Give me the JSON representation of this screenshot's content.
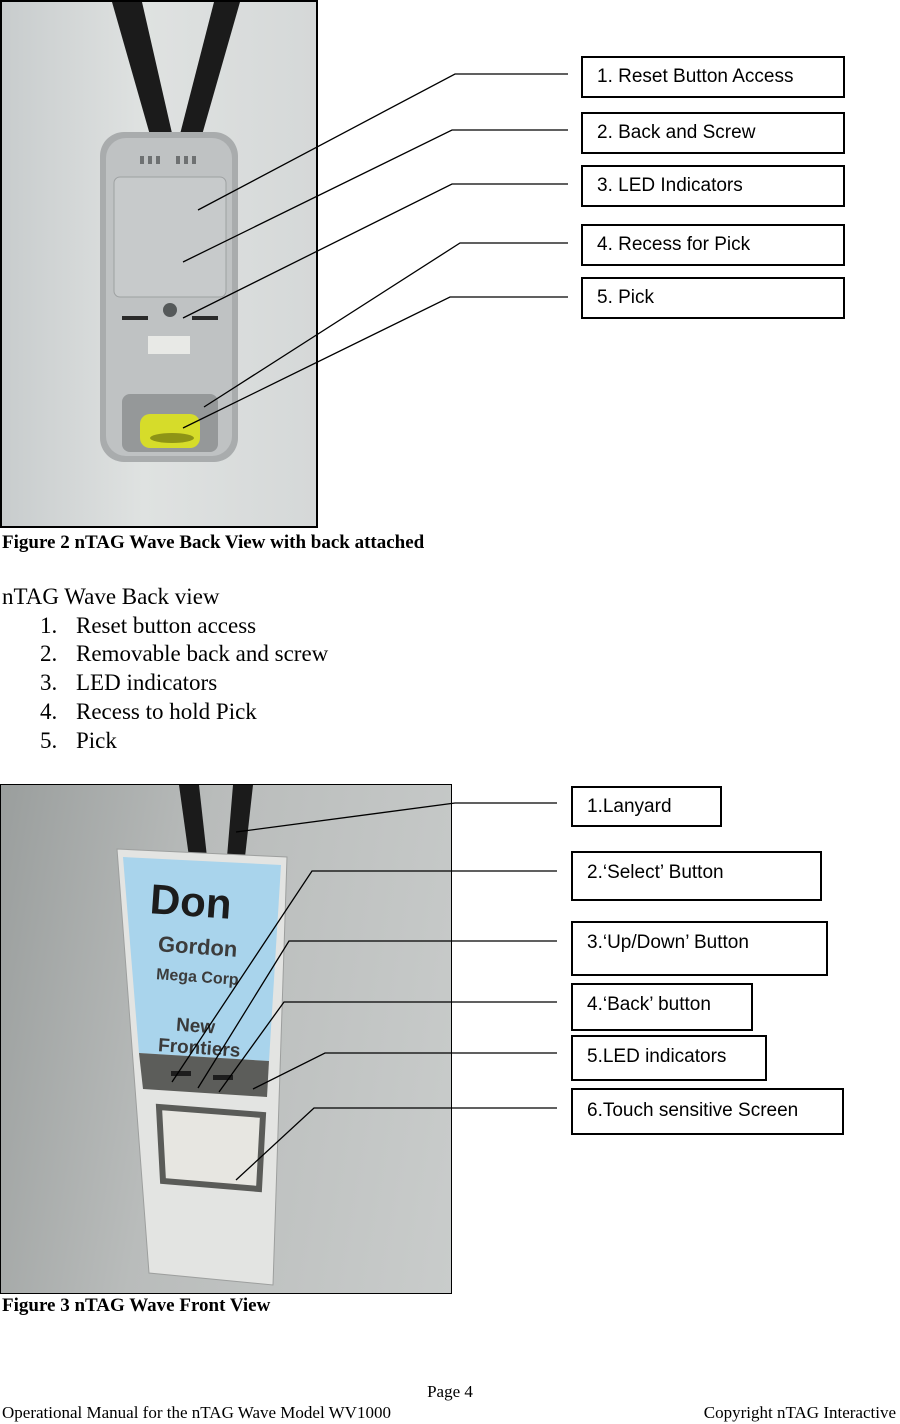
{
  "figure2": {
    "callouts": [
      "1. Reset Button Access",
      "2. Back and Screw",
      "3. LED Indicators",
      "4. Recess for Pick",
      "5. Pick"
    ],
    "caption": "Figure 2 nTAG Wave Back View with back attached"
  },
  "back_view": {
    "title": "nTAG Wave Back view",
    "items": [
      {
        "num": "1.",
        "text": "Reset button access"
      },
      {
        "num": "2.",
        "text": "Removable back and screw"
      },
      {
        "num": "3.",
        "text": "LED indicators"
      },
      {
        "num": "4.",
        "text": "Recess to hold Pick"
      },
      {
        "num": "5.",
        "text": "Pick"
      }
    ]
  },
  "figure3": {
    "callouts": [
      "1.Lanyard",
      "2.‘Select’ Button",
      "3.‘Up/Down’ Button",
      "4.‘Back’ button",
      "5.LED indicators",
      "6.Touch sensitive Screen"
    ],
    "badge_text": {
      "first": "Don",
      "last": "Gordon",
      "company": "Mega Corp",
      "group_line1": "New",
      "group_line2": "Frontiers"
    },
    "caption": "Figure 3 nTAG Wave Front View"
  },
  "footer": {
    "page": "Page 4",
    "left": "Operational Manual for the nTAG Wave Model WV1000",
    "right": "Copyright nTAG Interactive"
  }
}
